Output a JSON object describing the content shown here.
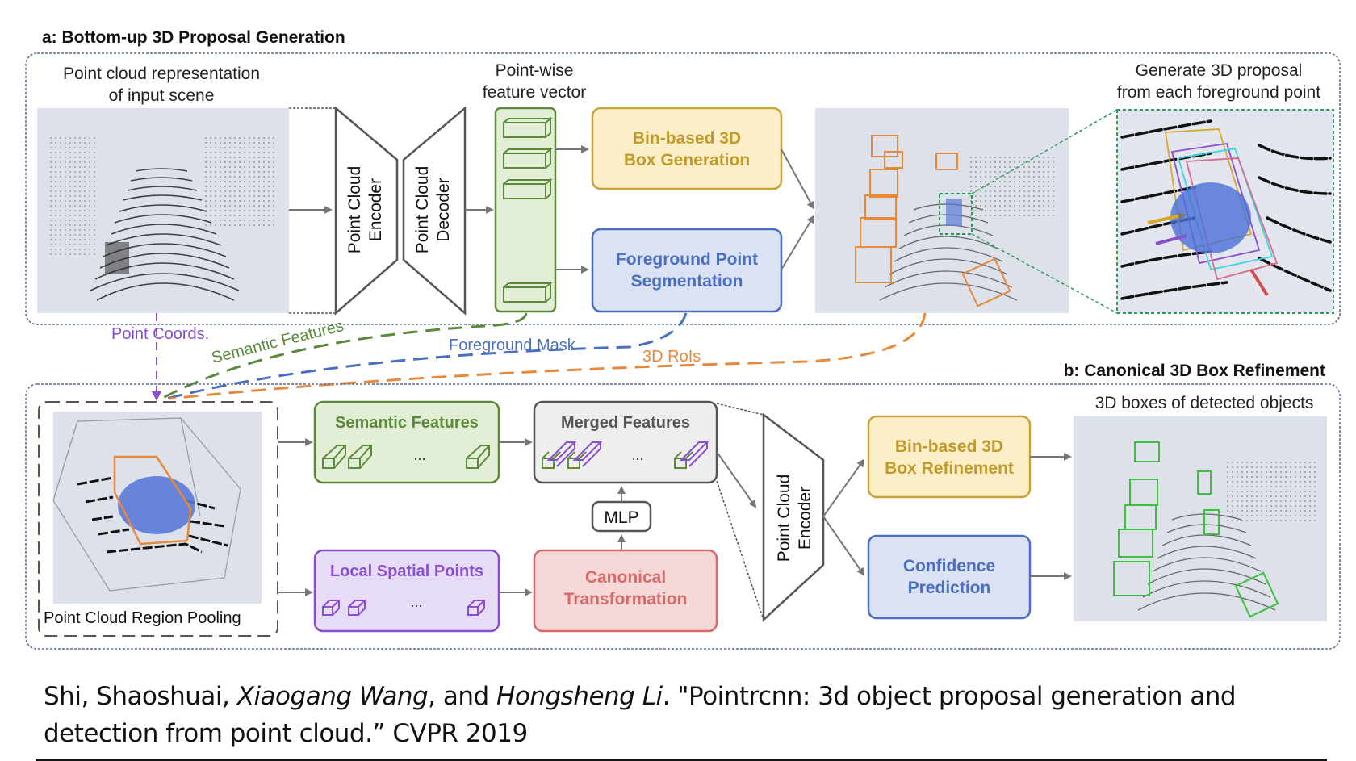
{
  "section_a": {
    "title": "a: Bottom-up 3D Proposal Generation",
    "input_label_1": "Point cloud representation",
    "input_label_2": "of input scene",
    "encoder_1": "Point Cloud",
    "encoder_2": "Encoder",
    "decoder_1": "Point Cloud",
    "decoder_2": "Decoder",
    "feature_label_1": "Point-wise",
    "feature_label_2": "feature vector",
    "box_gen_1": "Bin-based 3D",
    "box_gen_2": "Box Generation",
    "fg_seg_1": "Foreground Point",
    "fg_seg_2": "Segmentation",
    "proposal_label_1": "Generate 3D proposal",
    "proposal_label_2": "from each foreground point"
  },
  "connectors": {
    "point_coords": "Point Coords.",
    "semantic_features": "Semantic Features",
    "foreground_mask": "Foreground Mask",
    "rois": "3D RoIs"
  },
  "section_b": {
    "title": "b: Canonical 3D Box Refinement",
    "pooling_label": "Point Cloud Region Pooling",
    "semantic_features": "Semantic Features",
    "merged_features": "Merged Features",
    "local_spatial": "Local Spatial Points",
    "canonical_1": "Canonical",
    "canonical_2": "Transformation",
    "mlp": "MLP",
    "encoder_1": "Point Cloud",
    "encoder_2": "Encoder",
    "refine_1": "Bin-based 3D",
    "refine_2": "Box Refinement",
    "conf_1": "Confidence",
    "conf_2": "Prediction",
    "output_label": "3D boxes of detected objects",
    "ellipsis": "..."
  },
  "citation": {
    "part1": "Shi, Shaoshuai, ",
    "author2": "Xiaogang Wang",
    "part2": ", and ",
    "author3": "Hongsheng Li",
    "part3": ". \"Pointrcnn: 3d object proposal generation and detection from point cloud.” CVPR 2019"
  },
  "colors": {
    "green": "#5a8a3a",
    "blue": "#4a6fc0",
    "orange": "#e8883a",
    "purple": "#8a4fd0",
    "yellow_text": "#c09a2a",
    "red_text": "#d86a6a"
  }
}
